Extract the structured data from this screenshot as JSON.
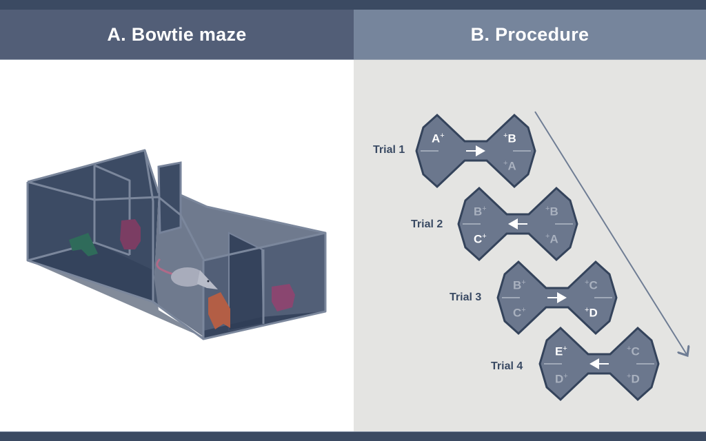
{
  "panels": {
    "left": {
      "title": "A. Bowtie maze"
    },
    "right": {
      "title": "B. Procedure"
    }
  },
  "colors": {
    "top_bar": "#3b4a62",
    "header_left": "#525e77",
    "header_right": "#76859c",
    "procedure_bg": "#e4e4e2",
    "bowtie_fill": "#6b778d",
    "bowtie_stroke": "#34435b",
    "label_active": "#ffffff",
    "label_inactive": "#a9b1bf"
  },
  "maze_illustration": {
    "objects": [
      "green-object",
      "pink-object-left",
      "pink-object-right",
      "orange-object",
      "rat"
    ]
  },
  "trials": [
    {
      "label": "Trial 1",
      "direction": "right",
      "left_top": {
        "text": "A",
        "sup": "+",
        "active": true
      },
      "left_bottom": {
        "text": "",
        "sup": "",
        "active": false
      },
      "right_top": {
        "text": "B",
        "sup": "+",
        "active": true
      },
      "right_bottom": {
        "text": "A",
        "sup": "+",
        "active": false
      }
    },
    {
      "label": "Trial 2",
      "direction": "left",
      "left_top": {
        "text": "B",
        "sup": "+",
        "active": false
      },
      "left_bottom": {
        "text": "C",
        "sup": "+",
        "active": true
      },
      "right_top": {
        "text": "B",
        "sup": "+",
        "active": false
      },
      "right_bottom": {
        "text": "A",
        "sup": "+",
        "active": false
      }
    },
    {
      "label": "Trial 3",
      "direction": "right",
      "left_top": {
        "text": "B",
        "sup": "+",
        "active": false
      },
      "left_bottom": {
        "text": "C",
        "sup": "+",
        "active": false
      },
      "right_top": {
        "text": "C",
        "sup": "+",
        "active": false
      },
      "right_bottom": {
        "text": "D",
        "sup": "+",
        "active": true
      }
    },
    {
      "label": "Trial 4",
      "direction": "left",
      "left_top": {
        "text": "E",
        "sup": "+",
        "active": true
      },
      "left_bottom": {
        "text": "D",
        "sup": "+",
        "active": false
      },
      "right_top": {
        "text": "C",
        "sup": "+",
        "active": false
      },
      "right_bottom": {
        "text": "D",
        "sup": "+",
        "active": false
      }
    }
  ],
  "progress_arrow": {
    "direction": "down-right",
    "meaning": "time"
  }
}
